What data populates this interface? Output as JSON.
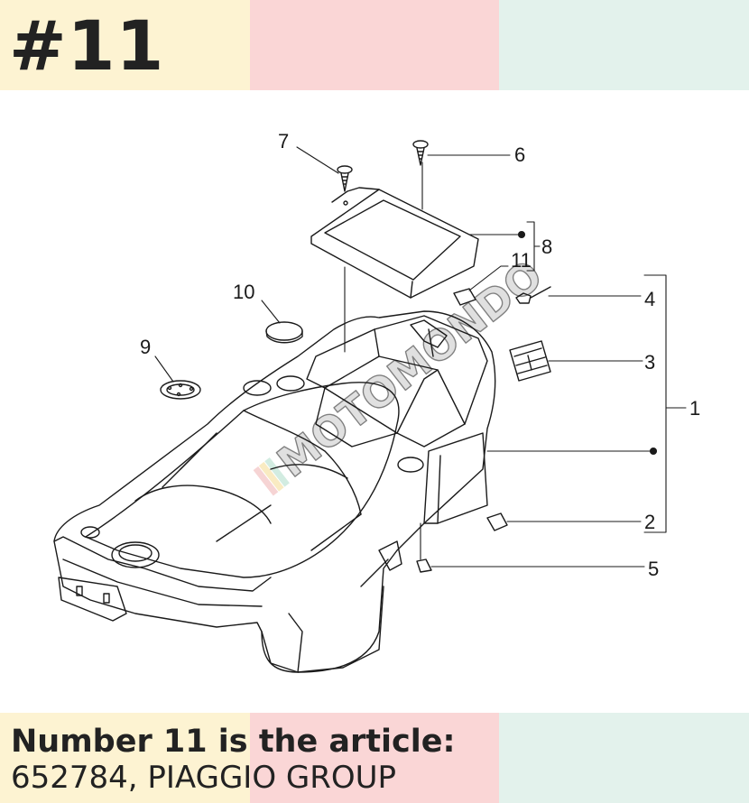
{
  "header": {
    "number_label": "#11"
  },
  "caption": {
    "title": "Number 11 is the article:",
    "subtitle": "652784, PIAGGIO GROUP"
  },
  "diagram": {
    "watermark": "MOTOMONDO",
    "callouts": [
      "1",
      "2",
      "3",
      "4",
      "5",
      "6",
      "7",
      "8",
      "9",
      "10",
      "11"
    ]
  },
  "colors": {
    "band_yellow": "#fdf3d2",
    "band_pink": "#fad6d6",
    "band_mint": "#e3f2ec",
    "text": "#222222"
  }
}
